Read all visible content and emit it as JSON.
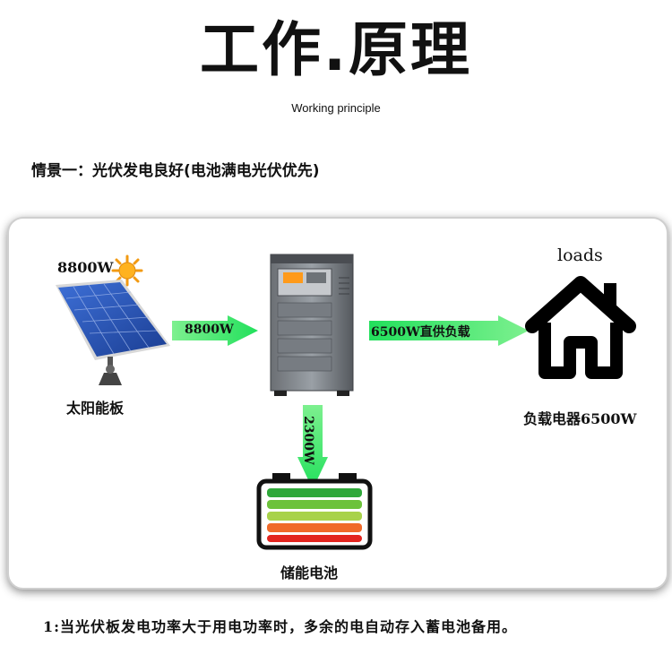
{
  "header": {
    "title": "工作.原理",
    "subtitle": "Working principle"
  },
  "scenario": {
    "label": "情景一：光伏发电良好(电池满电光伏优先)"
  },
  "diagram": {
    "solar_power": "8800W",
    "solar_label": "太阳能板",
    "arrow_solar_to_inverter": "8800W",
    "arrow_inverter_to_load": "6500W直供负载",
    "arrow_inverter_to_battery": "2300W",
    "load_title": "loads",
    "load_label": "负载电器6500W",
    "battery_label": "储能电池"
  },
  "footer": {
    "note": "1:当光伏板发电功率大于用电功率时，多余的电自动存入蓄电池备用。"
  },
  "colors": {
    "arrow_green": "#22e05c",
    "battery_bars": [
      "#2fa83a",
      "#6cc23b",
      "#a8d24a",
      "#f06a2a",
      "#e3251f"
    ]
  }
}
